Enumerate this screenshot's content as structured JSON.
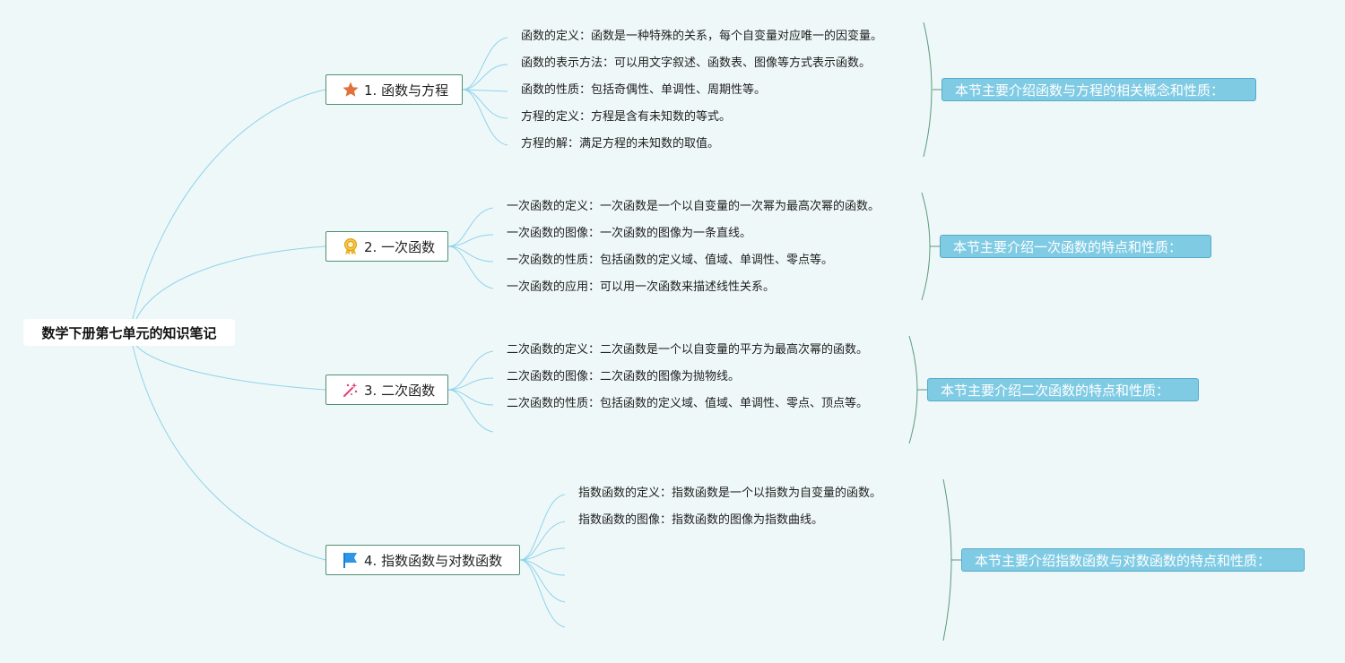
{
  "root": {
    "label": "数学下册第七单元的知识笔记"
  },
  "topics": [
    {
      "label": "1. 函数与方程",
      "icon": "star-icon",
      "items": [
        "函数的定义：函数是一种特殊的关系，每个自变量对应唯一的因变量。",
        "函数的表示方法：可以用文字叙述、函数表、图像等方式表示函数。",
        "函数的性质：包括奇偶性、单调性、周期性等。",
        "方程的定义：方程是含有未知数的等式。",
        "方程的解：满足方程的未知数的取值。"
      ],
      "summary": "本节主要介绍函数与方程的相关概念和性质："
    },
    {
      "label": "2. 一次函数",
      "icon": "award-ribbon-icon",
      "items": [
        "一次函数的定义：一次函数是一个以自变量的一次幂为最高次幂的函数。",
        "一次函数的图像：一次函数的图像为一条直线。",
        "一次函数的性质：包括函数的定义域、值域、单调性、零点等。",
        "一次函数的应用：可以用一次函数来描述线性关系。"
      ],
      "summary": "本节主要介绍一次函数的特点和性质："
    },
    {
      "label": "3. 二次函数",
      "icon": "magic-wand-icon",
      "items": [
        "二次函数的定义：二次函数是一个以自变量的平方为最高次幂的函数。",
        "二次函数的图像：二次函数的图像为抛物线。",
        "二次函数的性质：包括函数的定义域、值域、单调性、零点、顶点等。"
      ],
      "summary": "本节主要介绍二次函数的特点和性质："
    },
    {
      "label": "4. 指数函数与对数函数",
      "icon": "flag-icon",
      "items": [
        "指数函数的定义：指数函数是一个以指数为自变量的函数。",
        "指数函数的图像：指数函数的图像为指数曲线。"
      ],
      "summary": "本节主要介绍指数函数与对数函数的特点和性质："
    }
  ],
  "colors": {
    "branch": "#8fd3ec",
    "brace": "#5a9a7e",
    "topic_border": "#4f8f72",
    "summary_bg": "#80cbe4",
    "background": "#eff8f8"
  }
}
